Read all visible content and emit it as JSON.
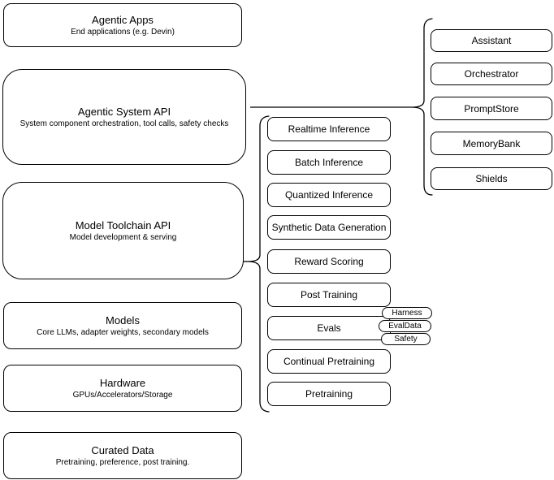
{
  "diagram": {
    "stack": [
      {
        "title": "Agentic Apps",
        "subtitle": "End applications (e.g. Devin)"
      },
      {
        "title": "Agentic System API",
        "subtitle": "System component orchestration, tool calls, safety checks"
      },
      {
        "title": "Model Toolchain API",
        "subtitle": "Model development & serving"
      },
      {
        "title": "Models",
        "subtitle": "Core LLMs, adapter weights, secondary models"
      },
      {
        "title": "Hardware",
        "subtitle": "GPUs/Accelerators/Storage"
      },
      {
        "title": "Curated Data",
        "subtitle": "Pretraining, preference, post training."
      }
    ],
    "toolchain_items": [
      "Realtime Inference",
      "Batch Inference",
      "Quantized Inference",
      "Synthetic Data Generation",
      "Reward Scoring",
      "Post Training",
      "Evals",
      "Continual Pretraining",
      "Pretraining"
    ],
    "evals_tags": [
      "Harness",
      "EvalData",
      "Safety"
    ],
    "system_items": [
      "Assistant",
      "Orchestrator",
      "PromptStore",
      "MemoryBank",
      "Shields"
    ],
    "colors": {
      "stroke": "#000000",
      "fill": "#ffffff",
      "background": "#ffffff"
    }
  }
}
